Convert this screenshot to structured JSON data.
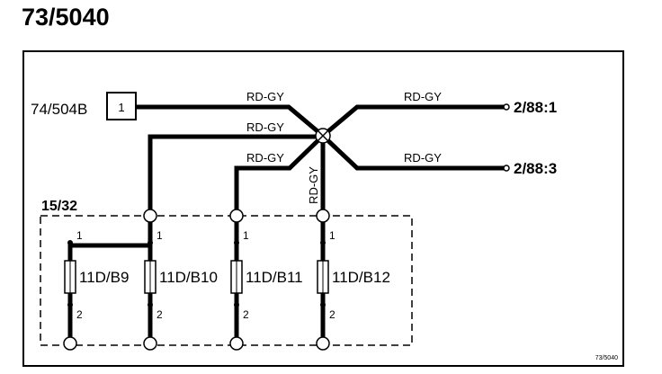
{
  "title": "73/5040",
  "connector_in": {
    "ref": "74/504B",
    "pin": "1"
  },
  "wire_colors": {
    "a": "RD-GY",
    "b": "RD-GY",
    "c": "RD-GY",
    "d": "RD-GY",
    "out1": "RD-GY",
    "out3": "RD-GY"
  },
  "outputs": {
    "o1": "2/88:1",
    "o3": "2/88:3"
  },
  "fuse_box": {
    "label": "15/32",
    "fuses": [
      {
        "name": "11D/B9",
        "pin_top": "1",
        "pin_bottom": "2"
      },
      {
        "name": "11D/B10",
        "pin_top": "1",
        "pin_bottom": "2"
      },
      {
        "name": "11D/B11",
        "pin_top": "1",
        "pin_bottom": "2"
      },
      {
        "name": "11D/B12",
        "pin_top": "1",
        "pin_bottom": "2"
      }
    ]
  },
  "footer_ref": "73/5040",
  "colors": {
    "line": "#000000",
    "background": "#ffffff"
  }
}
